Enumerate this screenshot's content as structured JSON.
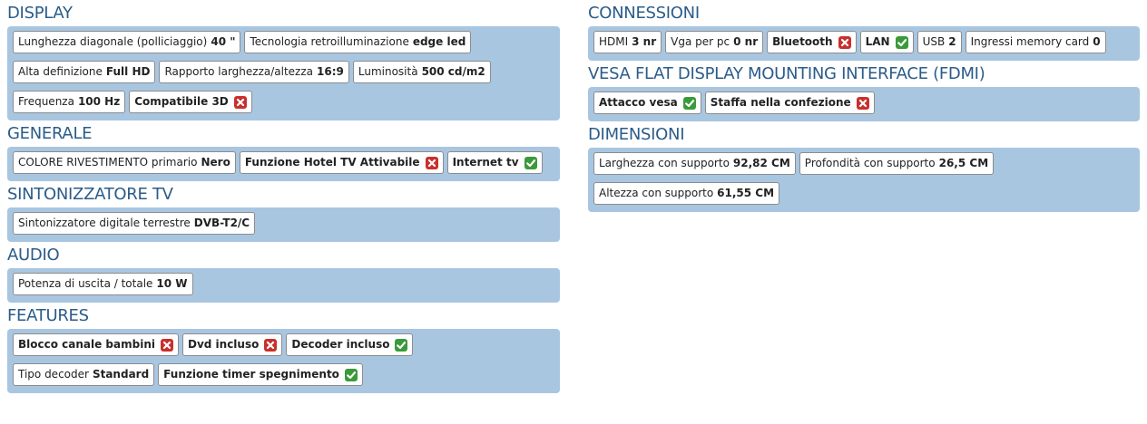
{
  "left": [
    {
      "title": "DISPLAY",
      "items": [
        {
          "label": "Lunghezza diagonale (polliciaggio)",
          "value": "40 \""
        },
        {
          "label": "Tecnologia retroilluminazione",
          "value": "edge led"
        },
        {
          "label": "Alta definizione",
          "value": "Full HD"
        },
        {
          "label": "Rapporto larghezza/altezza",
          "value": "16:9"
        },
        {
          "label": "Luminosità",
          "value": "500 cd/m2"
        },
        {
          "label": "Frequenza",
          "value": "100 Hz"
        },
        {
          "label": "Compatibile 3D",
          "value": "",
          "flag": "no"
        }
      ]
    },
    {
      "title": "GENERALE",
      "items": [
        {
          "label": "COLORE RIVESTIMENTO primario",
          "value": "Nero"
        },
        {
          "label": "Funzione Hotel TV Attivabile",
          "value": "",
          "flag": "no"
        },
        {
          "label": "Internet tv",
          "value": "",
          "flag": "yes"
        }
      ]
    },
    {
      "title": "SINTONIZZATORE TV",
      "items": [
        {
          "label": "Sintonizzatore digitale terrestre",
          "value": "DVB-T2/C"
        }
      ]
    },
    {
      "title": "AUDIO",
      "items": [
        {
          "label": "Potenza di uscita / totale",
          "value": "10 W"
        }
      ]
    },
    {
      "title": "FEATURES",
      "items": [
        {
          "label": "Blocco canale bambini",
          "value": "",
          "flag": "no"
        },
        {
          "label": "Dvd incluso",
          "value": "",
          "flag": "no"
        },
        {
          "label": "Decoder incluso",
          "value": "",
          "flag": "yes"
        },
        {
          "label": "Tipo decoder",
          "value": "Standard"
        },
        {
          "label": "Funzione timer spegnimento",
          "value": "",
          "flag": "yes"
        }
      ]
    }
  ],
  "right": [
    {
      "title": "CONNESSIONI",
      "items": [
        {
          "label": "HDMI",
          "value": "3 nr"
        },
        {
          "label": "Vga per pc",
          "value": "0 nr"
        },
        {
          "label": "Bluetooth",
          "value": "",
          "flag": "no"
        },
        {
          "label": "LAN",
          "value": "",
          "flag": "yes"
        },
        {
          "label": "USB",
          "value": "2"
        },
        {
          "label": "Ingressi memory card",
          "value": "0"
        }
      ]
    },
    {
      "title": "VESA FLAT DISPLAY MOUNTING INTERFACE (FDMI)",
      "items": [
        {
          "label": "Attacco vesa",
          "value": "",
          "flag": "yes"
        },
        {
          "label": "Staffa nella confezione",
          "value": "",
          "flag": "no"
        }
      ]
    },
    {
      "title": "DIMENSIONI",
      "items": [
        {
          "label": "Larghezza con supporto",
          "value": "92,82 CM"
        },
        {
          "label": "Profondità con supporto",
          "value": "26,5 CM"
        },
        {
          "label": "Altezza con supporto",
          "value": "61,55 CM"
        }
      ]
    }
  ],
  "colors": {
    "title": "#2b5c8a",
    "panel": "#a9c6e1",
    "no": "#c9302c",
    "yes": "#3a9a3a"
  },
  "icons": {
    "no": "x-mark-icon",
    "yes": "check-mark-icon"
  }
}
